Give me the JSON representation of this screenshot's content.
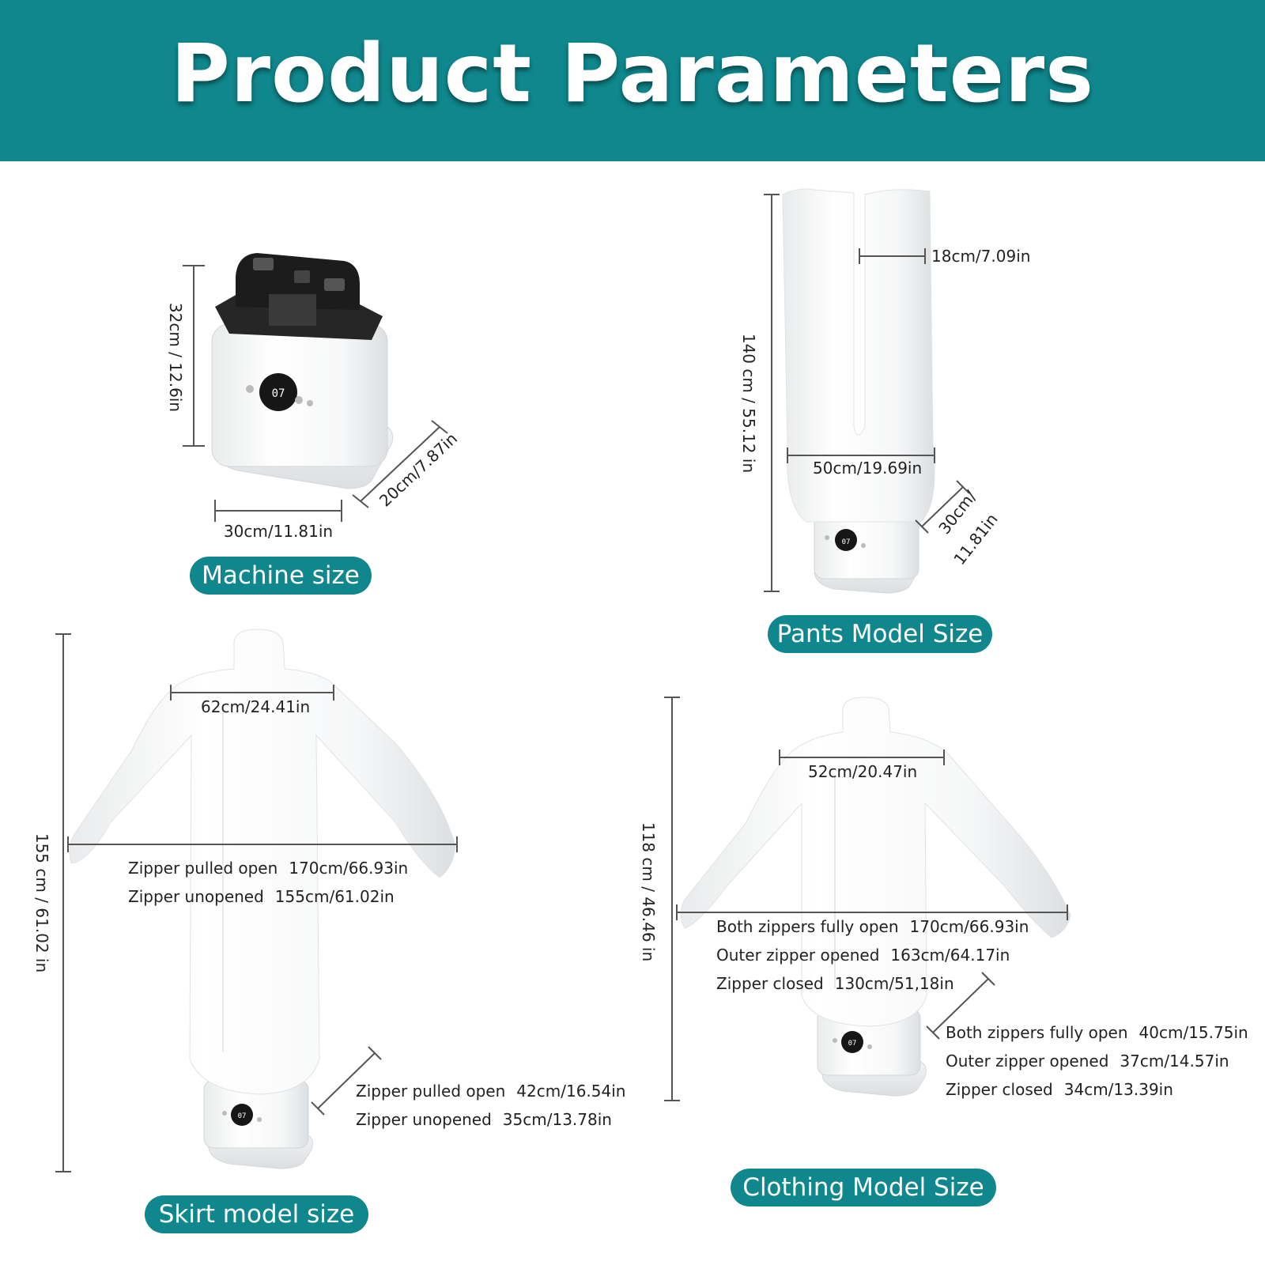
{
  "header": {
    "title": "Product Parameters"
  },
  "colors": {
    "accent": "#0f878c",
    "label_text": "#ffffff",
    "body_text": "#222222"
  },
  "panels": {
    "machine": {
      "label": "Machine size",
      "height": "32cm  /  12.6in",
      "width": "30cm/11.81in",
      "depth": "20cm/7.87in",
      "display": "07"
    },
    "pants": {
      "label": "Pants Model Size",
      "height": "140 cm / 55.12 in",
      "leg_width": "18cm/7.09in",
      "waist_width": "50cm/19.69in",
      "depth_line1": "30cm/",
      "depth_line2": "11.81in",
      "display": "07"
    },
    "skirt": {
      "label": "Skirt model size",
      "height": "155 cm / 61.02 in",
      "shoulder": "62cm/24.41in",
      "width_rows": [
        {
          "name": "Zipper pulled open",
          "value": "170cm/66.93in"
        },
        {
          "name": "Zipper unopened",
          "value": "155cm/61.02in"
        }
      ],
      "depth_rows": [
        {
          "name": "Zipper pulled open",
          "value": "42cm/16.54in"
        },
        {
          "name": "Zipper unopened",
          "value": "35cm/13.78in"
        }
      ],
      "display": "07"
    },
    "clothing": {
      "label": "Clothing Model Size",
      "height": "118 cm / 46.46 in",
      "shoulder": "52cm/20.47in",
      "width_rows": [
        {
          "name": "Both zippers fully open",
          "value": "170cm/66.93in"
        },
        {
          "name": "Outer zipper opened",
          "value": "163cm/64.17in"
        },
        {
          "name": "Zipper closed",
          "value": "130cm/51,18in"
        }
      ],
      "depth_rows": [
        {
          "name": "Both zippers fully open",
          "value": "40cm/15.75in"
        },
        {
          "name": "Outer zipper opened",
          "value": "37cm/14.57in"
        },
        {
          "name": "Zipper closed",
          "value": "34cm/13.39in"
        }
      ],
      "display": "07"
    }
  }
}
